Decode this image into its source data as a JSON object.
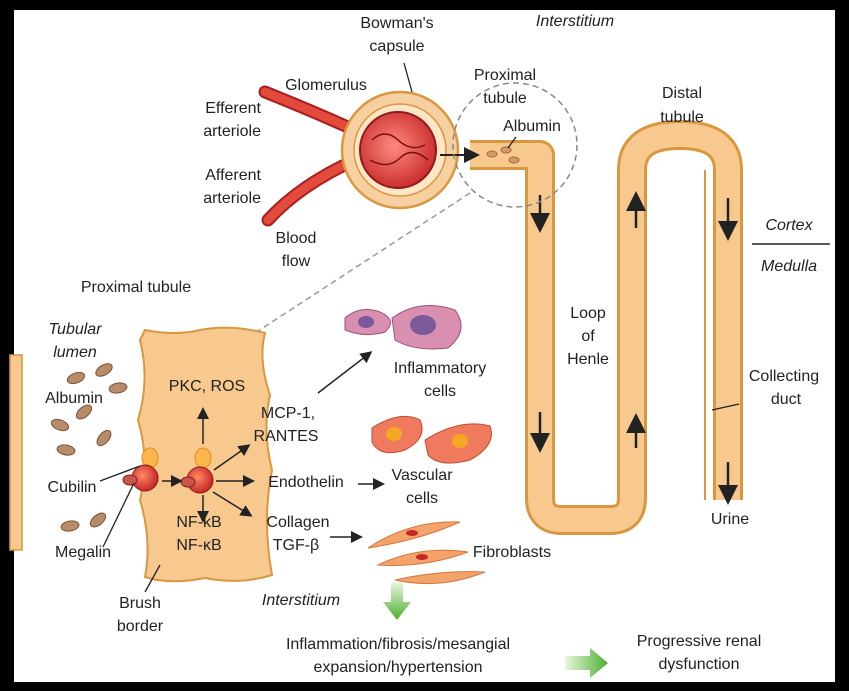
{
  "labels": {
    "bowmans_capsule": [
      "Bowman's",
      "capsule"
    ],
    "interstitium_top": "Interstitium",
    "glomerulus": "Glomerulus",
    "proximal_tubule_top": [
      "Proximal",
      "tubule"
    ],
    "albumin_top": "Albumin",
    "distal_tubule": [
      "Distal",
      "tubule"
    ],
    "efferent_arteriole": [
      "Efferent",
      "arteriole"
    ],
    "afferent_arteriole": [
      "Afferent",
      "arteriole"
    ],
    "blood_flow": [
      "Blood",
      "flow"
    ],
    "cortex": "Cortex",
    "medulla": "Medulla",
    "proximal_tubule_left": "Proximal tubule",
    "tubular_lumen": [
      "Tubular",
      "lumen"
    ],
    "albumin_left": "Albumin",
    "cubilin": "Cubilin",
    "megalin": "Megalin",
    "brush_border": [
      "Brush",
      "border"
    ],
    "pkc_ros": "PKC, ROS",
    "mcp1_rantes": [
      "MCP-1,",
      "RANTES"
    ],
    "endothelin": "Endothelin",
    "nfkb": [
      "NF-κB",
      "NF-κB"
    ],
    "collagen_tgf": [
      "Collagen",
      "TGF-β"
    ],
    "inflammatory_cells": [
      "Inflammatory",
      "cells"
    ],
    "vascular_cells": [
      "Vascular",
      "cells"
    ],
    "fibroblasts": "Fibroblasts",
    "interstitium_bottom": "Interstitium",
    "loop_of_henle": [
      "Loop",
      "of",
      "Henle"
    ],
    "collecting_duct": [
      "Collecting",
      "duct"
    ],
    "urine": "Urine",
    "outcome_left": [
      "Inflammation/fibrosis/mesangial",
      "expansion/hypertension"
    ],
    "outcome_right": [
      "Progressive renal",
      "dysfunction"
    ]
  },
  "colors": {
    "tubule": "#f7c98f",
    "tubule_edge": "#d9973f",
    "vessel": "#d8352e",
    "capsule": "#f6d0a0",
    "cell_block": "#f7c98f",
    "arrow_green": "#6cc04a",
    "text": "#222222"
  }
}
